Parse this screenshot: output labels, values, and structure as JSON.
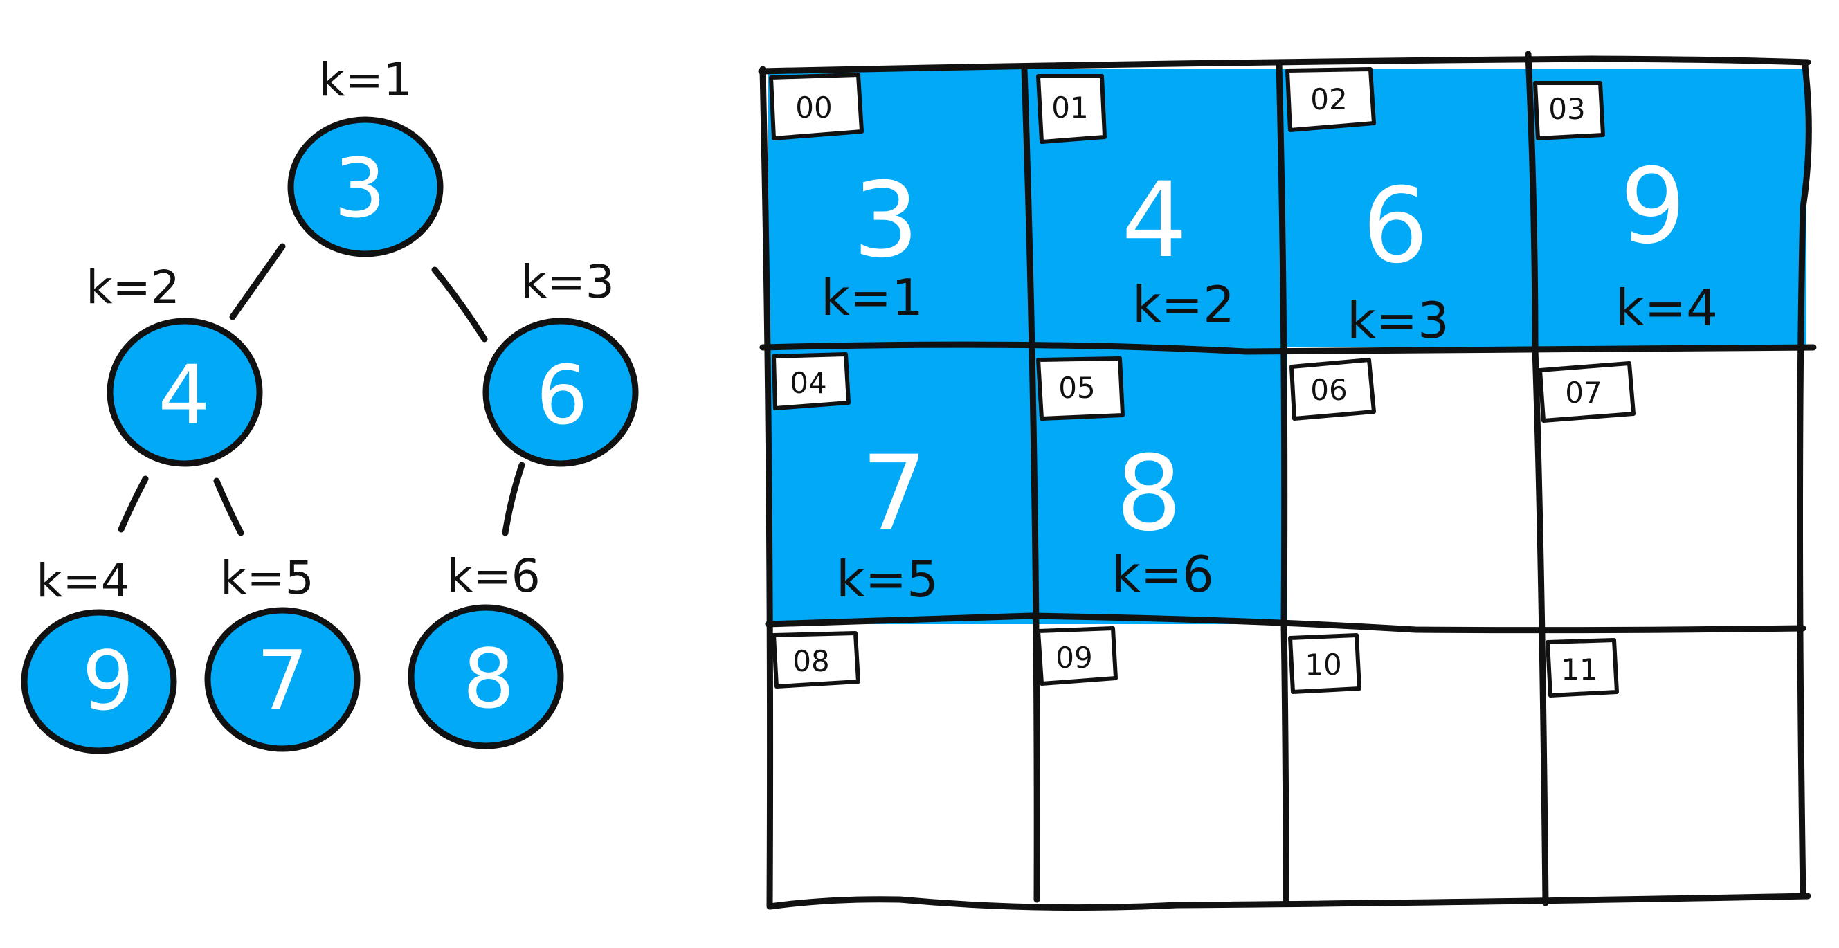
{
  "colors": {
    "fill": "#02A9F7",
    "stroke": "#111111",
    "background": "#FFFFFF",
    "value_text": "#FFFFFF"
  },
  "tree": {
    "nodes": [
      {
        "id": "n1",
        "k_label": "k=1",
        "value": "3"
      },
      {
        "id": "n2",
        "k_label": "k=2",
        "value": "4"
      },
      {
        "id": "n3",
        "k_label": "k=3",
        "value": "6"
      },
      {
        "id": "n4",
        "k_label": "k=4",
        "value": "9"
      },
      {
        "id": "n5",
        "k_label": "k=5",
        "value": "7"
      },
      {
        "id": "n6",
        "k_label": "k=6",
        "value": "8"
      }
    ]
  },
  "grid": {
    "cells": [
      {
        "index": "00",
        "value": "3",
        "k_label": "k=1",
        "filled": true
      },
      {
        "index": "01",
        "value": "4",
        "k_label": "k=2",
        "filled": true
      },
      {
        "index": "02",
        "value": "6",
        "k_label": "k=3",
        "filled": true
      },
      {
        "index": "03",
        "value": "9",
        "k_label": "k=4",
        "filled": true
      },
      {
        "index": "04",
        "value": "7",
        "k_label": "k=5",
        "filled": true
      },
      {
        "index": "05",
        "value": "8",
        "k_label": "k=6",
        "filled": true
      },
      {
        "index": "06",
        "value": "",
        "k_label": "",
        "filled": false
      },
      {
        "index": "07",
        "value": "",
        "k_label": "",
        "filled": false
      },
      {
        "index": "08",
        "value": "",
        "k_label": "",
        "filled": false
      },
      {
        "index": "09",
        "value": "",
        "k_label": "",
        "filled": false
      },
      {
        "index": "10",
        "value": "",
        "k_label": "",
        "filled": false
      },
      {
        "index": "11",
        "value": "",
        "k_label": "",
        "filled": false
      }
    ]
  }
}
